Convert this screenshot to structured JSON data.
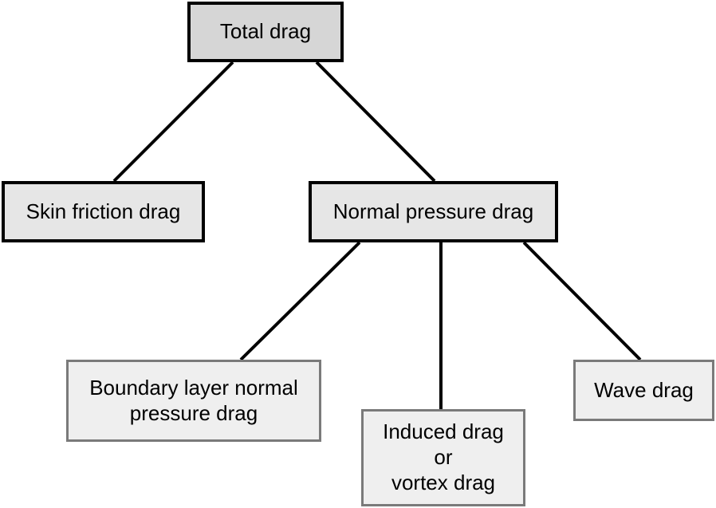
{
  "diagram": {
    "nodes": {
      "total": "Total drag",
      "skin_friction": "Skin friction drag",
      "normal_pressure": "Normal pressure drag",
      "boundary_layer": "Boundary layer normal\npressure drag",
      "induced": "Induced drag\nor\nvortex drag",
      "wave": "Wave drag"
    },
    "edges": [
      {
        "from": "Total drag",
        "to": "Skin friction drag"
      },
      {
        "from": "Total drag",
        "to": "Normal pressure drag"
      },
      {
        "from": "Normal pressure drag",
        "to": "Boundary layer normal pressure drag"
      },
      {
        "from": "Normal pressure drag",
        "to": "Induced drag or vortex drag"
      },
      {
        "from": "Normal pressure drag",
        "to": "Wave drag"
      }
    ],
    "colors": {
      "primary_fill": "#e6e6e6",
      "root_fill": "#d6d6d6",
      "secondary_fill": "#efefef",
      "primary_border": "#000000",
      "secondary_border": "#7a7a7a",
      "connector": "#000000"
    }
  }
}
